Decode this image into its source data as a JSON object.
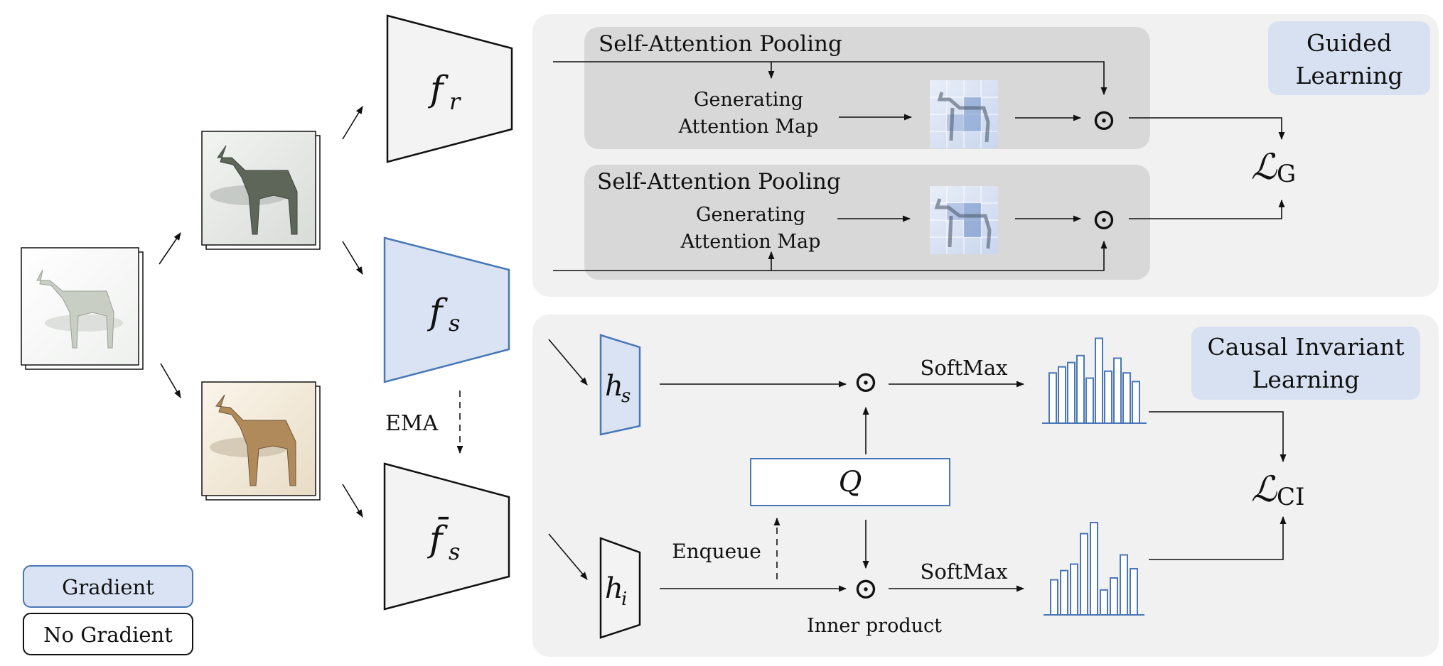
{
  "legend": {
    "gradient": "Gradient",
    "no_gradient": "No Gradient"
  },
  "encoders": {
    "fr_main": "f",
    "fr_sub": "r",
    "fs_main": "f",
    "fs_sub": "s",
    "fsbar_main": "f̄",
    "fsbar_sub": "s",
    "ema": "EMA"
  },
  "guided": {
    "badge_line1": "Guided",
    "badge_line2": "Learning",
    "pool1_title": "Self-Attention Pooling",
    "pool1_gen_line1": "Generating",
    "pool1_gen_line2": "Attention Map",
    "pool2_title": "Self-Attention Pooling",
    "pool2_gen_line1": "Generating",
    "pool2_gen_line2": "Attention Map",
    "odot": "⊙",
    "loss_main": "ℒ",
    "loss_sub": "G"
  },
  "causal": {
    "badge_line1": "Causal Invariant",
    "badge_line2": "Learning",
    "hs_main": "h",
    "hs_sub": "s",
    "hi_main": "h",
    "hi_sub": "i",
    "queue": "Q",
    "enqueue": "Enqueue",
    "softmax_top": "SoftMax",
    "softmax_bottom": "SoftMax",
    "inner_product": "Inner product",
    "odot": "⊙",
    "loss_main": "ℒ",
    "loss_sub": "CI"
  },
  "histogram_top": [
    0.58,
    0.65,
    0.7,
    0.78,
    0.52,
    0.98,
    0.6,
    0.75,
    0.58,
    0.48
  ],
  "histogram_bottom": [
    0.38,
    0.48,
    0.55,
    0.88,
    1.0,
    0.27,
    0.4,
    0.65,
    0.5
  ],
  "colors": {
    "gradient_fill": "#d9e3f3",
    "gradient_stroke": "#4a77b7",
    "panel": "#f1f1f1",
    "pool": "#d8d8d8",
    "badge": "#d7e1f1"
  }
}
